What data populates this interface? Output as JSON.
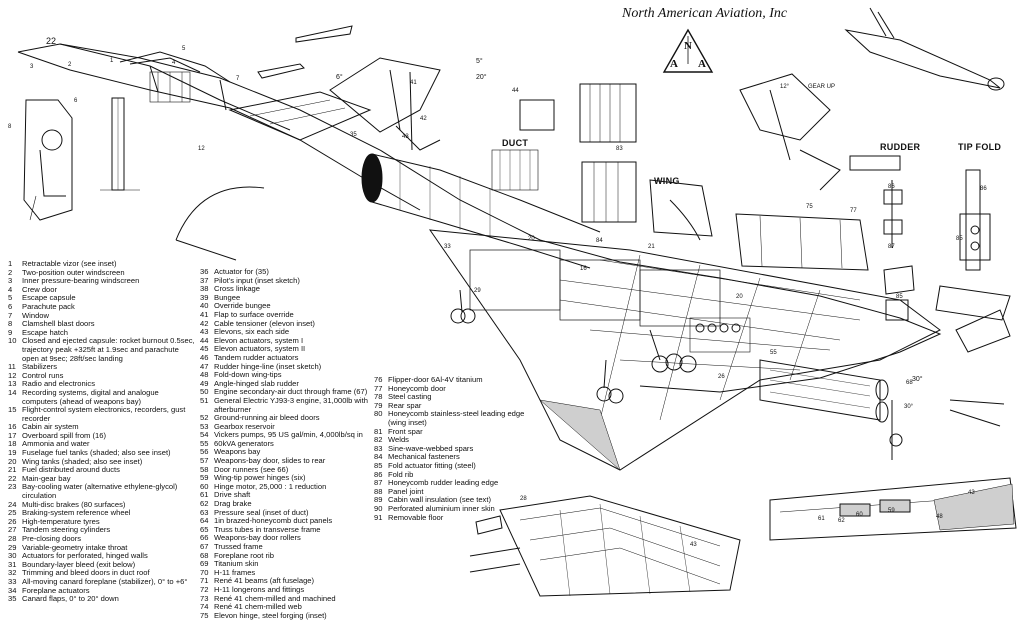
{
  "header": {
    "brand": "North American Aviation, Inc",
    "logo_letters": [
      "N",
      "A",
      "A"
    ],
    "page_number": "22"
  },
  "section_labels": {
    "duct": "DUCT",
    "wing": "WING",
    "rudder": "RUDDER",
    "tip_fold": "TIP FOLD"
  },
  "annotations": {
    "gear_up": "GEAR UP",
    "angle_6": "6°",
    "angle_5": "5°",
    "angle_20": "20°",
    "angle_30": "30°",
    "angle_12": "12°"
  },
  "key": {
    "col1": [
      {
        "n": "1",
        "t": "Retractable vizor (see inset)"
      },
      {
        "n": "2",
        "t": "Two-position outer windscreen"
      },
      {
        "n": "3",
        "t": "Inner pressure-bearing windscreen"
      },
      {
        "n": "4",
        "t": "Crew door"
      },
      {
        "n": "5",
        "t": "Escape capsule"
      },
      {
        "n": "6",
        "t": "Parachute pack"
      },
      {
        "n": "7",
        "t": "Window"
      },
      {
        "n": "8",
        "t": "Clamshell blast doors"
      },
      {
        "n": "9",
        "t": "Escape hatch"
      },
      {
        "n": "10",
        "t": "Closed and ejected capsule: rocket burnout 0.5sec, trajectory peak +325ft at 1.9sec and parachute open at 9sec; 28ft/sec landing"
      },
      {
        "n": "11",
        "t": "Stabilizers"
      },
      {
        "n": "12",
        "t": "Control runs"
      },
      {
        "n": "13",
        "t": "Radio and electronics"
      },
      {
        "n": "14",
        "t": "Recording systems, digital and analogue computers (ahead of weapons bay)"
      },
      {
        "n": "15",
        "t": "Flight-control system electronics, recorders, gust recorder"
      },
      {
        "n": "16",
        "t": "Cabin air system"
      },
      {
        "n": "17",
        "t": "Overboard spill from (16)"
      },
      {
        "n": "18",
        "t": "Ammonia and water"
      },
      {
        "n": "19",
        "t": "Fuselage fuel tanks (shaded; also see inset)"
      },
      {
        "n": "20",
        "t": "Wing tanks (shaded; also see inset)"
      },
      {
        "n": "21",
        "t": "Fuel distributed around ducts"
      },
      {
        "n": "22",
        "t": "Main-gear bay"
      },
      {
        "n": "23",
        "t": "Bay-cooling water (alternative ethylene-glycol) circulation"
      },
      {
        "n": "24",
        "t": "Multi-disc brakes (80 surfaces)"
      },
      {
        "n": "25",
        "t": "Braking-system reference wheel"
      },
      {
        "n": "26",
        "t": "High-temperature tyres"
      },
      {
        "n": "27",
        "t": "Tandem steering cylinders"
      },
      {
        "n": "28",
        "t": "Pre-closing doors"
      },
      {
        "n": "29",
        "t": "Variable-geometry intake throat"
      },
      {
        "n": "30",
        "t": "Actuators for perforated, hinged walls"
      },
      {
        "n": "31",
        "t": "Boundary-layer bleed (exit below)"
      },
      {
        "n": "32",
        "t": "Trimming and bleed doors in duct roof"
      },
      {
        "n": "33",
        "t": "All-moving canard foreplane (stabilizer), 0° to +6°"
      },
      {
        "n": "34",
        "t": "Foreplane actuators"
      },
      {
        "n": "35",
        "t": "Canard flaps, 0° to 20° down"
      }
    ],
    "col2": [
      {
        "n": "36",
        "t": "Actuator for (35)"
      },
      {
        "n": "37",
        "t": "Pilot's input (inset sketch)"
      },
      {
        "n": "38",
        "t": "Cross linkage"
      },
      {
        "n": "39",
        "t": "Bungee"
      },
      {
        "n": "40",
        "t": "Override bungee"
      },
      {
        "n": "41",
        "t": "Flap to surface override"
      },
      {
        "n": "42",
        "t": "Cable tensioner (elevon inset)"
      },
      {
        "n": "43",
        "t": "Elevons, six each side"
      },
      {
        "n": "44",
        "t": "Elevon actuators, system I"
      },
      {
        "n": "45",
        "t": "Elevon actuators, system II"
      },
      {
        "n": "46",
        "t": "Tandem rudder actuators"
      },
      {
        "n": "47",
        "t": "Rudder hinge-line (inset sketch)"
      },
      {
        "n": "48",
        "t": "Fold-down wing-tips"
      },
      {
        "n": "49",
        "t": "Angle-hinged slab rudder"
      },
      {
        "n": "50",
        "t": "Engine secondary-air duct through frame (67)"
      },
      {
        "n": "51",
        "t": "General Electric YJ93-3 engine, 31,000lb with afterburner"
      },
      {
        "n": "52",
        "t": "Ground-running air bleed doors"
      },
      {
        "n": "53",
        "t": "Gearbox reservoir"
      },
      {
        "n": "54",
        "t": "Vickers pumps, 95 US gal/min, 4,000lb/sq in"
      },
      {
        "n": "55",
        "t": "60kVA generators"
      },
      {
        "n": "56",
        "t": "Weapons bay"
      },
      {
        "n": "57",
        "t": "Weapons-bay door, slides to rear"
      },
      {
        "n": "58",
        "t": "Door runners (see 66)"
      },
      {
        "n": "59",
        "t": "Wing-tip power hinges (six)"
      },
      {
        "n": "60",
        "t": "Hinge motor, 25,000 : 1 reduction"
      },
      {
        "n": "61",
        "t": "Drive shaft"
      },
      {
        "n": "62",
        "t": "Drag brake"
      },
      {
        "n": "63",
        "t": "Pressure seal (inset of duct)"
      },
      {
        "n": "64",
        "t": "1in brazed-honeycomb duct panels"
      },
      {
        "n": "65",
        "t": "Truss tubes in transverse frame"
      },
      {
        "n": "66",
        "t": "Weapons-bay door rollers"
      },
      {
        "n": "67",
        "t": "Trussed frame"
      },
      {
        "n": "68",
        "t": "Foreplane root rib"
      },
      {
        "n": "69",
        "t": "Titanium skin"
      },
      {
        "n": "70",
        "t": "H-11 frames"
      },
      {
        "n": "71",
        "t": "René 41 beams (aft fuselage)"
      },
      {
        "n": "72",
        "t": "H-11 longerons and fittings"
      },
      {
        "n": "73",
        "t": "René 41 chem-milled and machined"
      },
      {
        "n": "74",
        "t": "René 41 chem-milled web"
      },
      {
        "n": "75",
        "t": "Elevon hinge, steel forging (inset)"
      }
    ],
    "col3": [
      {
        "n": "76",
        "t": "Flipper-door 6Al-4V titanium"
      },
      {
        "n": "77",
        "t": "Honeycomb door"
      },
      {
        "n": "78",
        "t": "Steel casting"
      },
      {
        "n": "79",
        "t": "Rear spar"
      },
      {
        "n": "80",
        "t": "Honeycomb stainless-steel leading edge (wing inset)"
      },
      {
        "n": "81",
        "t": "Front spar"
      },
      {
        "n": "82",
        "t": "Welds"
      },
      {
        "n": "83",
        "t": "Sine-wave-webbed spars"
      },
      {
        "n": "84",
        "t": "Mechanical fasteners"
      },
      {
        "n": "85",
        "t": "Fold actuator fitting (steel)"
      },
      {
        "n": "86",
        "t": "Fold rib"
      },
      {
        "n": "87",
        "t": "Honeycomb rudder leading edge"
      },
      {
        "n": "88",
        "t": "Panel joint"
      },
      {
        "n": "89",
        "t": "Cabin wall insulation (see text)"
      },
      {
        "n": "90",
        "t": "Perforated aluminium inner skin"
      },
      {
        "n": "91",
        "t": "Removable floor"
      }
    ]
  }
}
